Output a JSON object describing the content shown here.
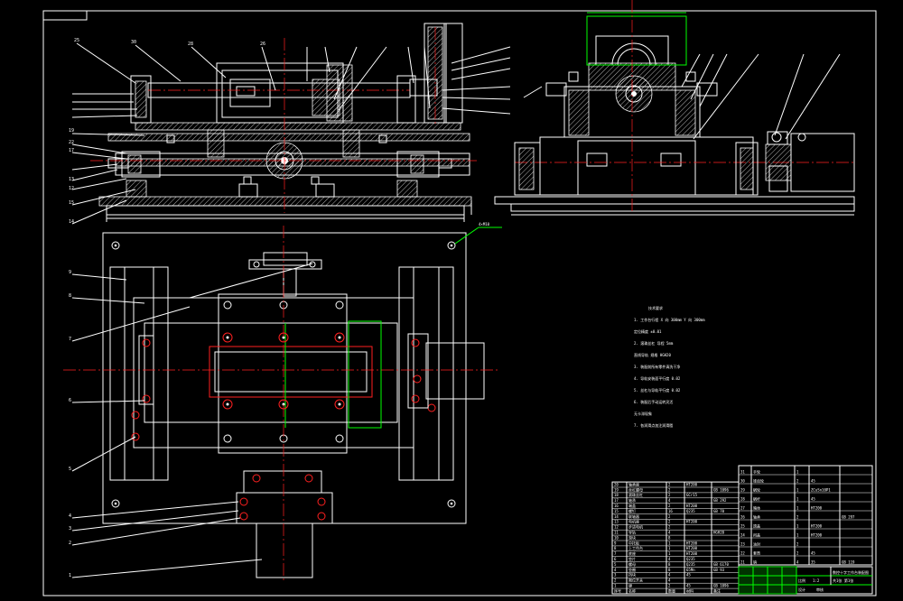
{
  "drawing": {
    "leader_labels_front": [
      "25",
      "30",
      "28",
      "26",
      "19",
      "22",
      "17",
      "13",
      "12",
      "15",
      "14"
    ],
    "leader_labels_plan": [
      "9",
      "8",
      "7",
      "6",
      "5",
      "4",
      "3",
      "2",
      "1"
    ],
    "annotation_holes": "4×M10",
    "notes_title": "技术要求",
    "notes_lines": [
      "1. 工作台行程  X 向 300mm  Y 向 300mm",
      "   定位精度    ±0.01",
      "2. 滚珠丝杠    导程 5mm",
      "   直线导轨    规格 HGH20",
      "3. 装配前所有零件清洗干净",
      "4. 导轨安装面平行度 0.02",
      "5. 丝杠与导轨平行度 0.02",
      "6. 装配后手动运转灵活",
      "   无卡滞现象",
      "7. 各润滑点加注润滑脂"
    ]
  },
  "bom_left": {
    "headers": [
      "序号",
      "名称",
      "数量",
      "材料",
      "备注"
    ],
    "rows": [
      [
        "20",
        "轴承座",
        "2",
        "HT200",
        ""
      ],
      [
        "19",
        "丝杠螺母",
        "2",
        "",
        "GB 1096"
      ],
      [
        "18",
        "滚珠丝杠",
        "2",
        "GCr15",
        ""
      ],
      [
        "17",
        "轴承",
        "4",
        "",
        "GB 292"
      ],
      [
        "16",
        "端盖",
        "2",
        "HT200",
        ""
      ],
      [
        "15",
        "螺钉",
        "16",
        "Q235",
        "GB 70"
      ],
      [
        "14",
        "联轴器",
        "2",
        "",
        ""
      ],
      [
        "13",
        "电机座",
        "2",
        "HT200",
        ""
      ],
      [
        "12",
        "步进电机",
        "2",
        "",
        ""
      ],
      [
        "11",
        "导轨",
        "4",
        "",
        "HGH20"
      ],
      [
        "10",
        "滑块",
        "8",
        "",
        ""
      ],
      [
        "9",
        "中托板",
        "1",
        "HT200",
        ""
      ],
      [
        "8",
        "上工作台",
        "1",
        "HT200",
        ""
      ],
      [
        "7",
        "底座",
        "1",
        "HT200",
        ""
      ],
      [
        "6",
        "垫片",
        "4",
        "Q235",
        ""
      ],
      [
        "5",
        "螺母",
        "8",
        "Q235",
        "GB 6170"
      ],
      [
        "4",
        "垫圈",
        "8",
        "65Mn",
        "GB 93"
      ],
      [
        "3",
        "挡块",
        "4",
        "45",
        ""
      ],
      [
        "2",
        "限位开关",
        "4",
        "",
        ""
      ],
      [
        "1",
        "键",
        "2",
        "45",
        "GB 1096"
      ]
    ]
  },
  "bom_right": {
    "rows": [
      [
        "31",
        "手轮",
        "1",
        "",
        ""
      ],
      [
        "30",
        "锥齿轮",
        "2",
        "45",
        ""
      ],
      [
        "29",
        "蜗轮",
        "1",
        "ZCuSn10P1",
        ""
      ],
      [
        "28",
        "蜗杆",
        "1",
        "45",
        ""
      ],
      [
        "27",
        "箱体",
        "1",
        "HT200",
        ""
      ],
      [
        "26",
        "轴承",
        "2",
        "",
        "GB 297"
      ],
      [
        "25",
        "透盖",
        "1",
        "HT200",
        ""
      ],
      [
        "24",
        "闷盖",
        "1",
        "HT200",
        ""
      ],
      [
        "23",
        "油封",
        "2",
        "",
        ""
      ],
      [
        "22",
        "套筒",
        "2",
        "45",
        ""
      ],
      [
        "21",
        "销",
        "4",
        "35",
        "GB 119"
      ]
    ]
  },
  "title_block": {
    "title": "数控十字工作台装配图",
    "scale_label": "比例",
    "scale": "1:2",
    "sheet": "共1张 第1张",
    "designer_label": "设计",
    "checker_label": "审核"
  }
}
